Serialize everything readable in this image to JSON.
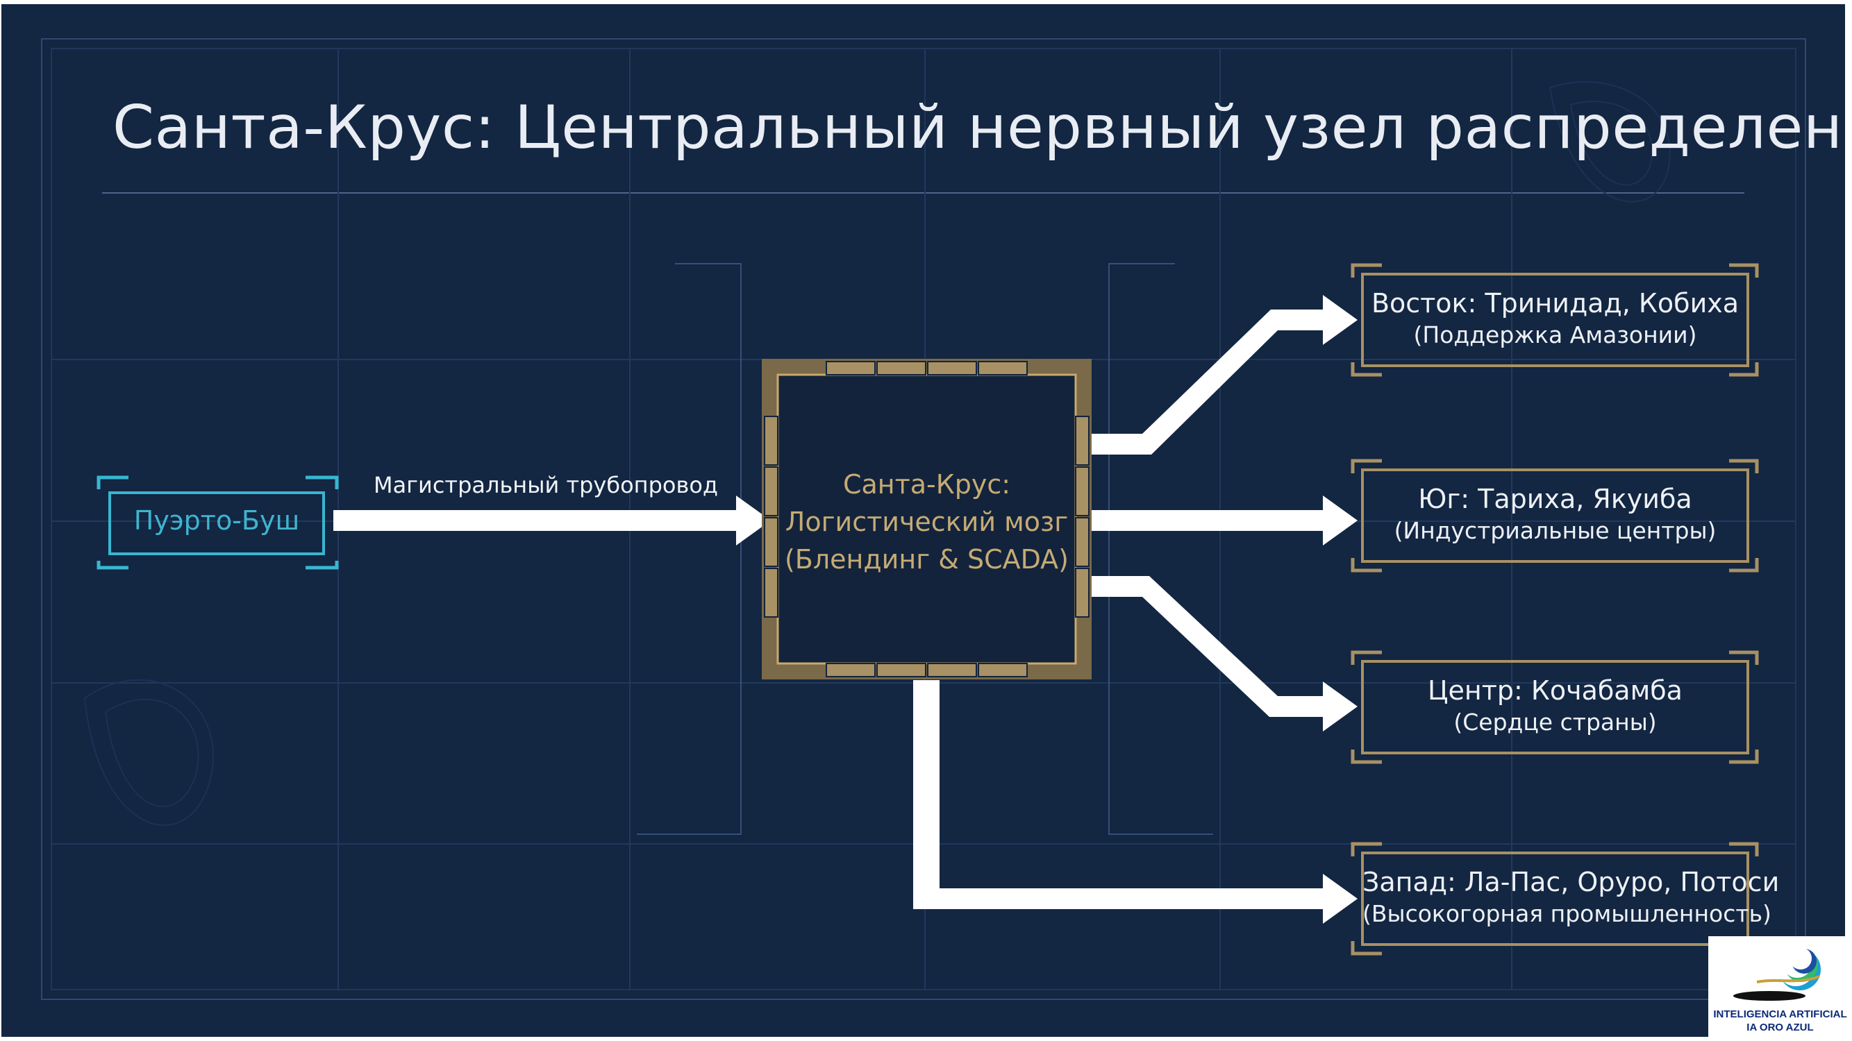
{
  "title": "Санта-Крус: Центральный нервный узел распределения",
  "source": {
    "label": "Пуэрто-Буш"
  },
  "pipeline": {
    "label": "Магистральный трубопровод"
  },
  "hub": {
    "line1": "Санта-Крус:",
    "line2": "Логистический мозг",
    "line3": "(Блендинг & SCADA)"
  },
  "destinations": [
    {
      "title": "Восток: Тринидад, Кобиха",
      "subtitle": "(Поддержка Амазонии)"
    },
    {
      "title": "Юг: Тариха, Якуиба",
      "subtitle": "(Индустриальные центры)"
    },
    {
      "title": "Центр: Кочабамба",
      "subtitle": "(Сердце страны)"
    },
    {
      "title": "Запад: Ла-Пас, Оруро, Потоси",
      "subtitle": "(Высокогорная промышленность)"
    }
  ],
  "logo": {
    "line1": "INTELIGENCIA ARTIFICIAL",
    "line2": "IA ORO AZUL"
  },
  "colors": {
    "background": "#132642",
    "gold": "#a89164",
    "cyan": "#38b6d1",
    "arrow": "#ffffff"
  }
}
